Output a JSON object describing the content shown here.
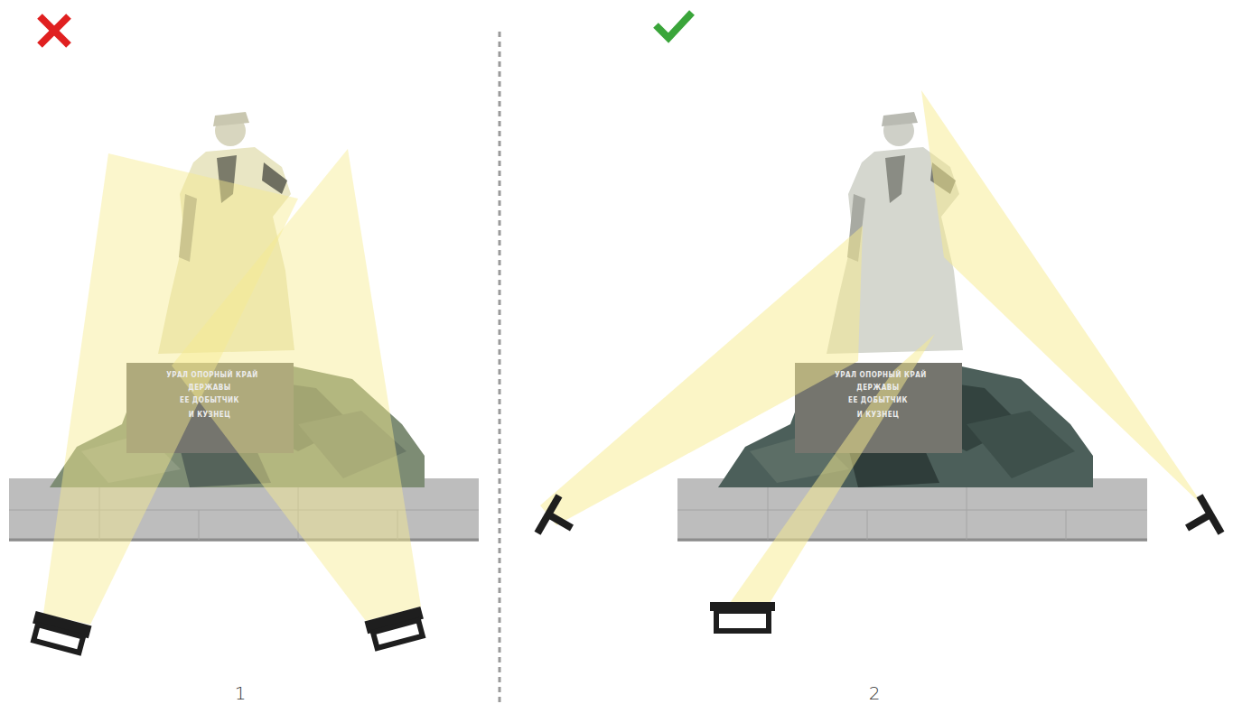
{
  "diagram": {
    "labels": [
      "УРАЛ ОПОРНЫЙ КРАЙ",
      "ДЕРЖАВЫ",
      "ЕЕ ДОБЫТЧИК",
      "И КУЗНЕЦ",
      "1",
      "УРАЛ ОПОРНЫЙ КРАЙ",
      "ДЕРЖАВЫ",
      "ЕЕ ДОБЫТЧИК",
      "И КУЗНЕЦ",
      "2"
    ]
  }
}
